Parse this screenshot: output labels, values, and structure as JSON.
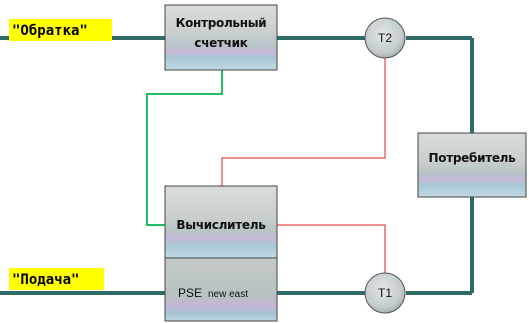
{
  "labels": {
    "return": "\"Обратка\"",
    "supply": "\"Подача\""
  },
  "blocks": {
    "control_meter_line1": "Контрольный",
    "control_meter_line2": "счетчик",
    "consumer": "Потребитель",
    "calculator": "Вычислитель",
    "pse_main": "PSE",
    "pse_sub": "new east"
  },
  "sensors": {
    "t1": "T1",
    "t2": "T2"
  },
  "colors": {
    "pipe": "#2f6b66",
    "signal_red": "#e02020",
    "signal_green": "#20c060",
    "label_bg": "#ffff00",
    "block_border": "#444444"
  }
}
